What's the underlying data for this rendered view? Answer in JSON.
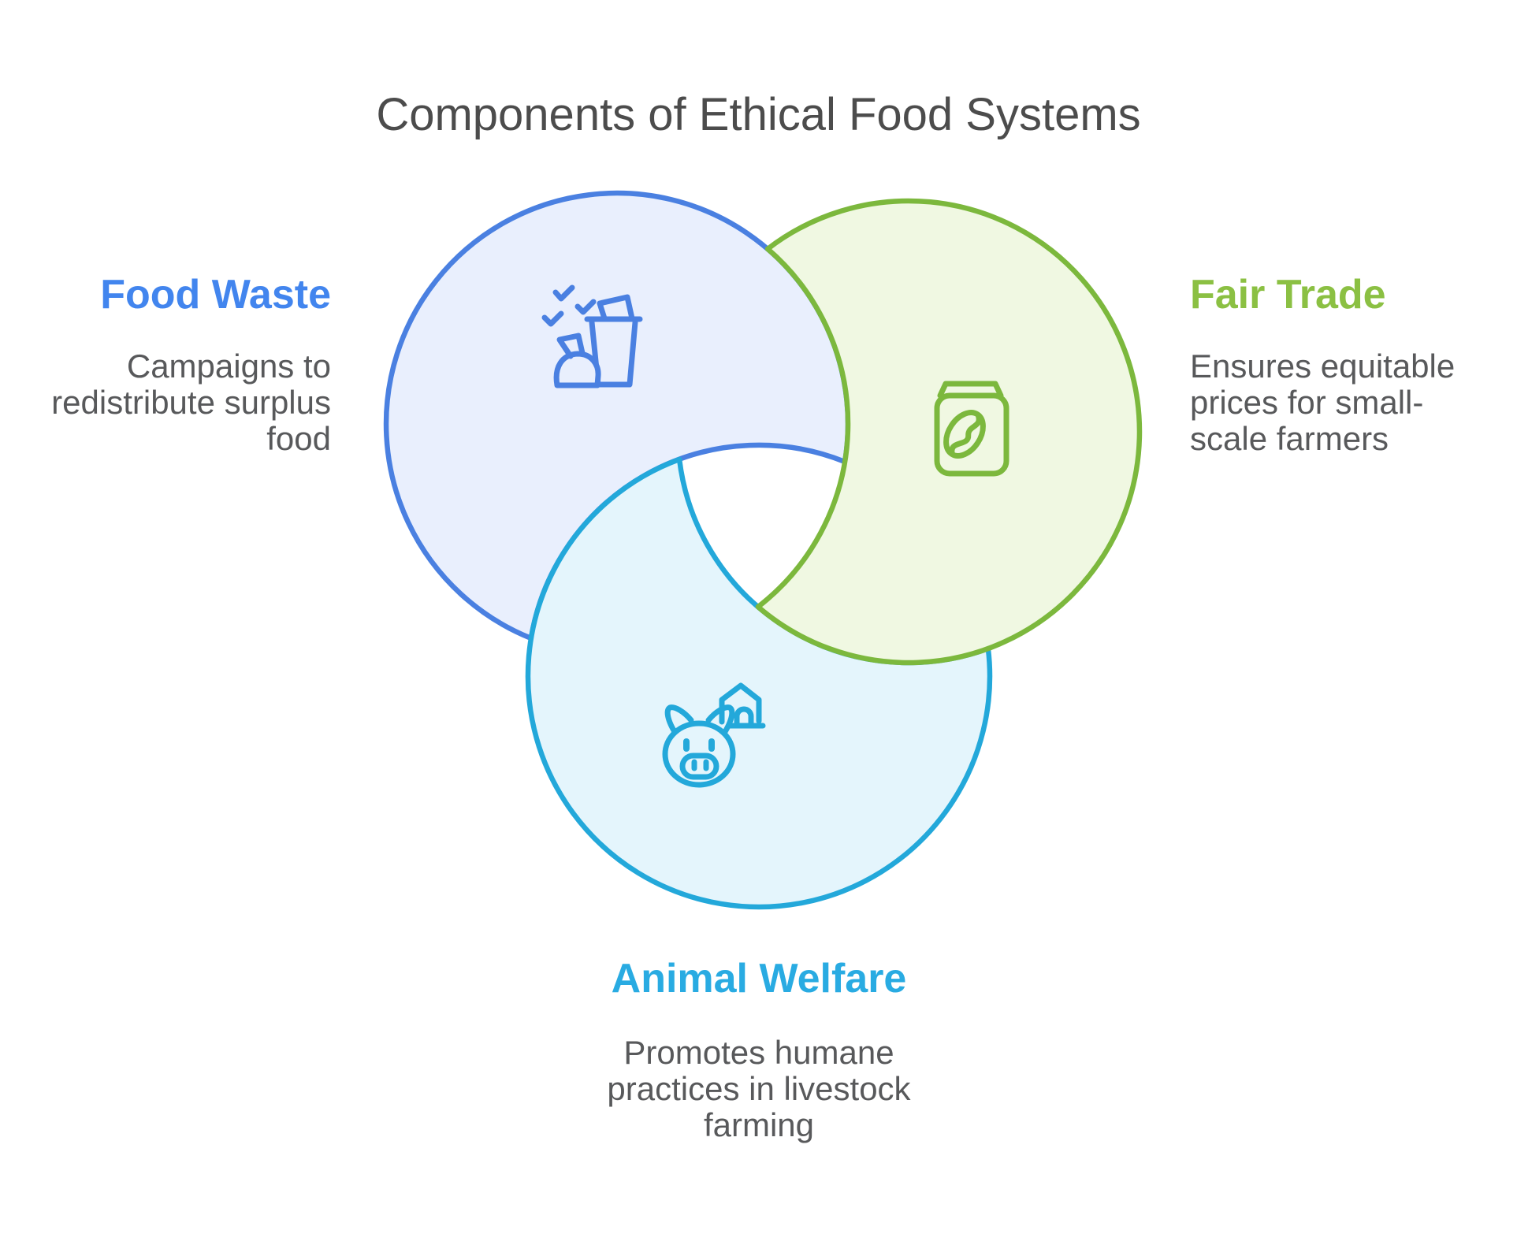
{
  "title": "Components of Ethical Food Systems",
  "theme": {
    "blue_stroke": "#4a80e1",
    "blue_heading": "#4285ee",
    "blue_fill": "#e9effd",
    "green_stroke": "#7cb83d",
    "green_heading": "#8bc043",
    "green_fill": "#f0f8e2",
    "cyan_stroke": "#23a8da",
    "cyan_heading": "#29abe2",
    "cyan_fill": "#e4f5fc",
    "text": "#58595b",
    "title": "#4c4c4c",
    "background": "#ffffff"
  },
  "diagram": {
    "type": "venn",
    "circles": [
      {
        "label": "Food Waste",
        "color": "#4a80e1",
        "position": "top-left"
      },
      {
        "label": "Fair Trade",
        "color": "#7cb83d",
        "position": "top-right"
      },
      {
        "label": "Animal Welfare",
        "color": "#23a8da",
        "position": "bottom"
      }
    ]
  },
  "sections": {
    "food_waste": {
      "heading": "Food Waste",
      "icon": "waste-bin-and-bag-icon",
      "lines": [
        "Campaigns to",
        "redistribute surplus",
        "food"
      ]
    },
    "fair_trade": {
      "heading": "Fair Trade",
      "icon": "coffee-jar-icon",
      "lines": [
        "Ensures equitable",
        "prices for small-",
        "scale farmers"
      ]
    },
    "animal_welfare": {
      "heading": "Animal Welfare",
      "icon": "pig-and-barn-icon",
      "lines": [
        "Promotes humane",
        "practices in livestock",
        "farming"
      ]
    }
  }
}
